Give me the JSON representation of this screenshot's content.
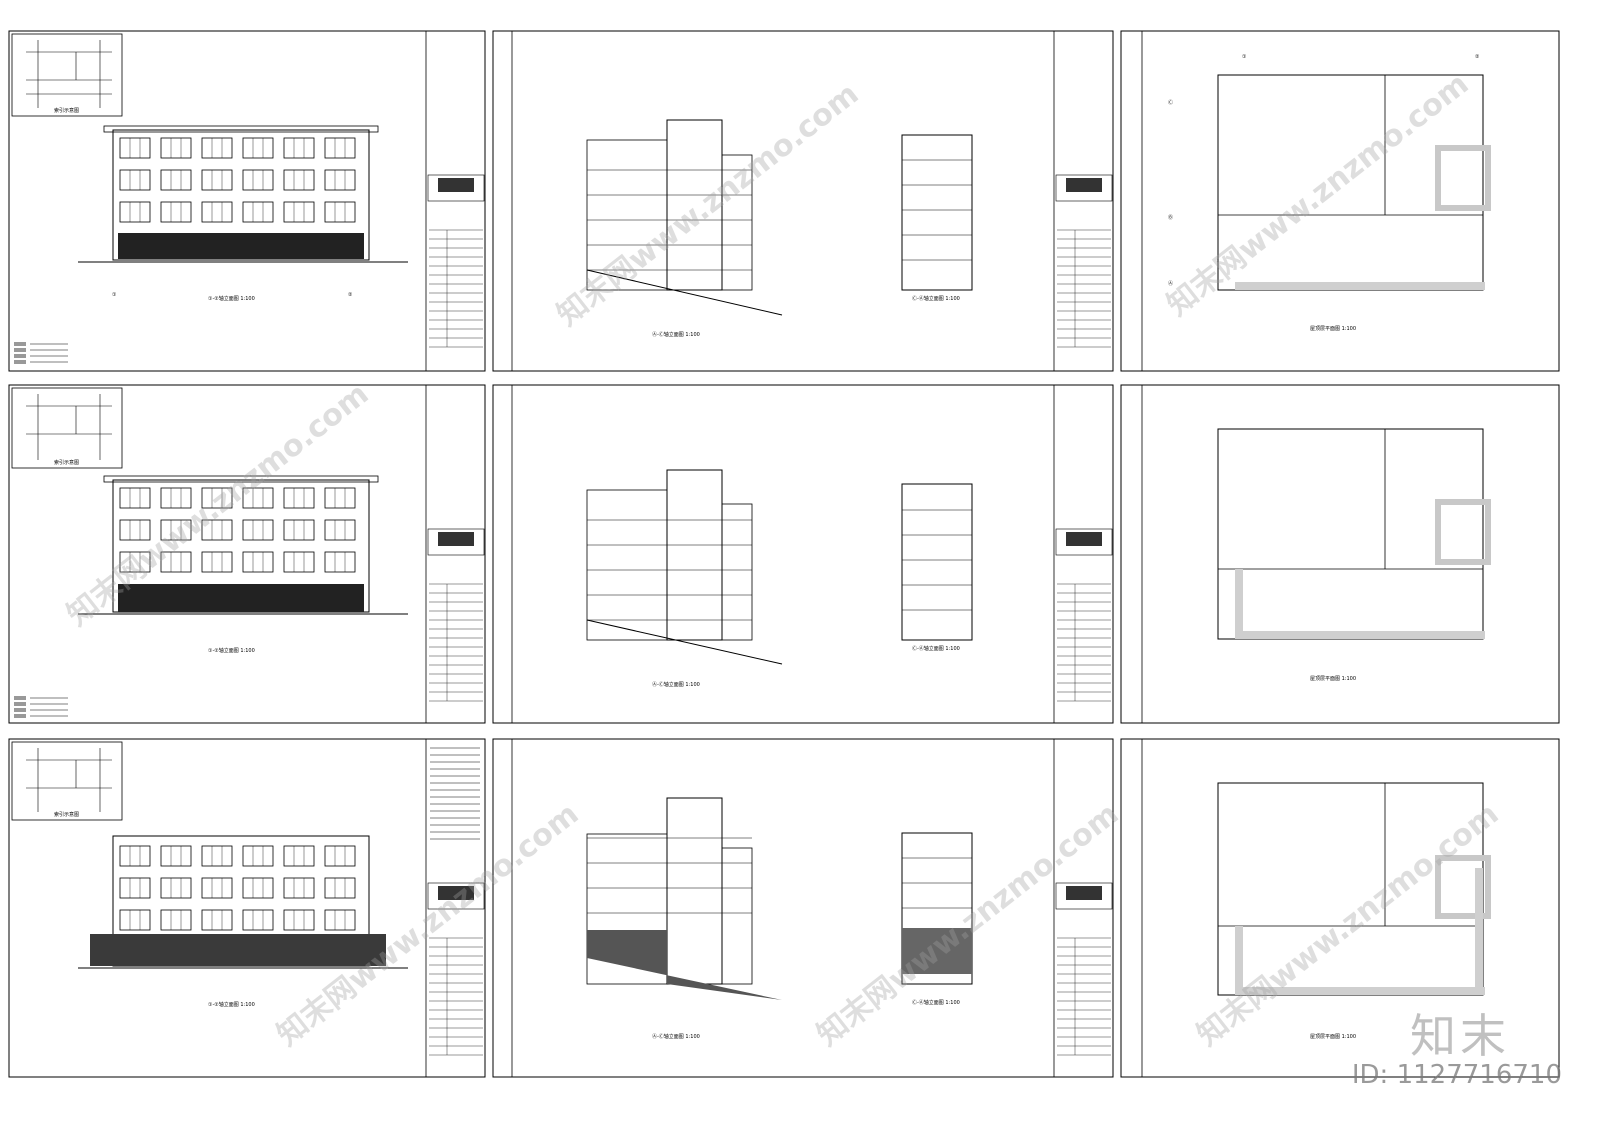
{
  "sheets": {
    "elevation_front_title": "①-②轴立面图 1:100",
    "elevation_side_title": "Ⓐ-Ⓒ轴立面图 1:100",
    "elevation_side2_title": "Ⓒ-Ⓐ轴立面图 1:100",
    "plan_title": "屋顶层平面图 1:100",
    "key_plan_label": "索引示意图",
    "axis_1": "①",
    "axis_2": "②",
    "axis_A": "Ⓐ",
    "axis_B": "Ⓑ",
    "axis_C": "Ⓒ"
  },
  "watermark": {
    "text": "知末网www.znzmo.com",
    "logo": "知末",
    "id": "ID: 1127716710"
  },
  "colors": {
    "line": "#000000",
    "hatch": "#555555",
    "gray_fill": "#cfcfcf",
    "watermark": "#a0a0a0"
  }
}
